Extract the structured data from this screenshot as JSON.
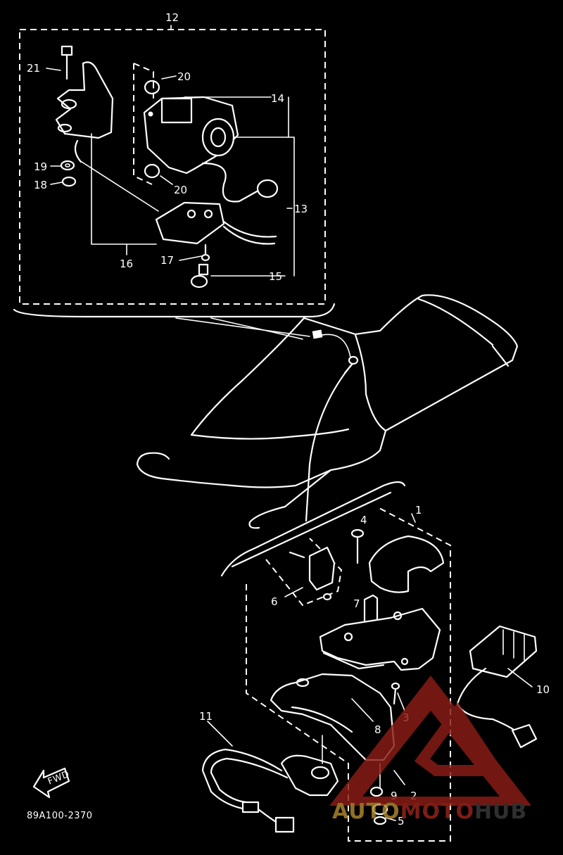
{
  "diagram": {
    "callouts": [
      "1",
      "2",
      "3",
      "4",
      "5",
      "6",
      "7",
      "8",
      "9",
      "10",
      "11",
      "12",
      "13",
      "14",
      "15",
      "16",
      "17",
      "18",
      "19",
      "20",
      "20",
      "21"
    ],
    "part_code": "89A100-2370",
    "fwd_label": "FWD"
  },
  "watermark": {
    "part1": "AUTO",
    "part2": "MOTO",
    "part3": "HUB",
    "colors": {
      "triangle": "#8b1d16",
      "auto": "#b0892e",
      "moto": "#9a241a",
      "hub": "#3a3a3a"
    }
  }
}
